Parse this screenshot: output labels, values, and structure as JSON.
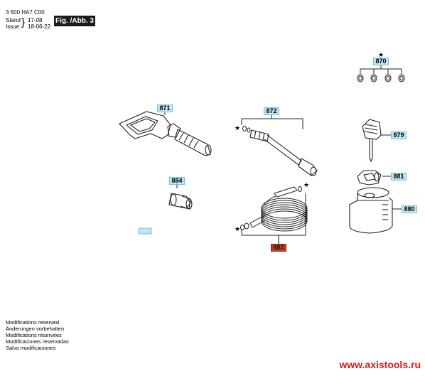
{
  "header": {
    "doc_no": "3 600 HA7 C00",
    "stand_label": "Stand",
    "issue_label": "Issue",
    "stand_value": "17-08",
    "issue_value": "18-06-22",
    "fig_label": "Fig. /Abb. 3"
  },
  "parts": {
    "p870": "870",
    "p871": "871",
    "p872": "872",
    "p879": "879",
    "p881": "881",
    "p884": "884",
    "p880": "880",
    "p883": "883"
  },
  "star": "★",
  "footer": {
    "lines": [
      "Modifications reserved",
      "Änderungen vorbehalten",
      "Modifications réservées",
      "Modificaciones reservadas",
      "Salvo modificaciones"
    ],
    "url": "www.axistools.ru"
  }
}
